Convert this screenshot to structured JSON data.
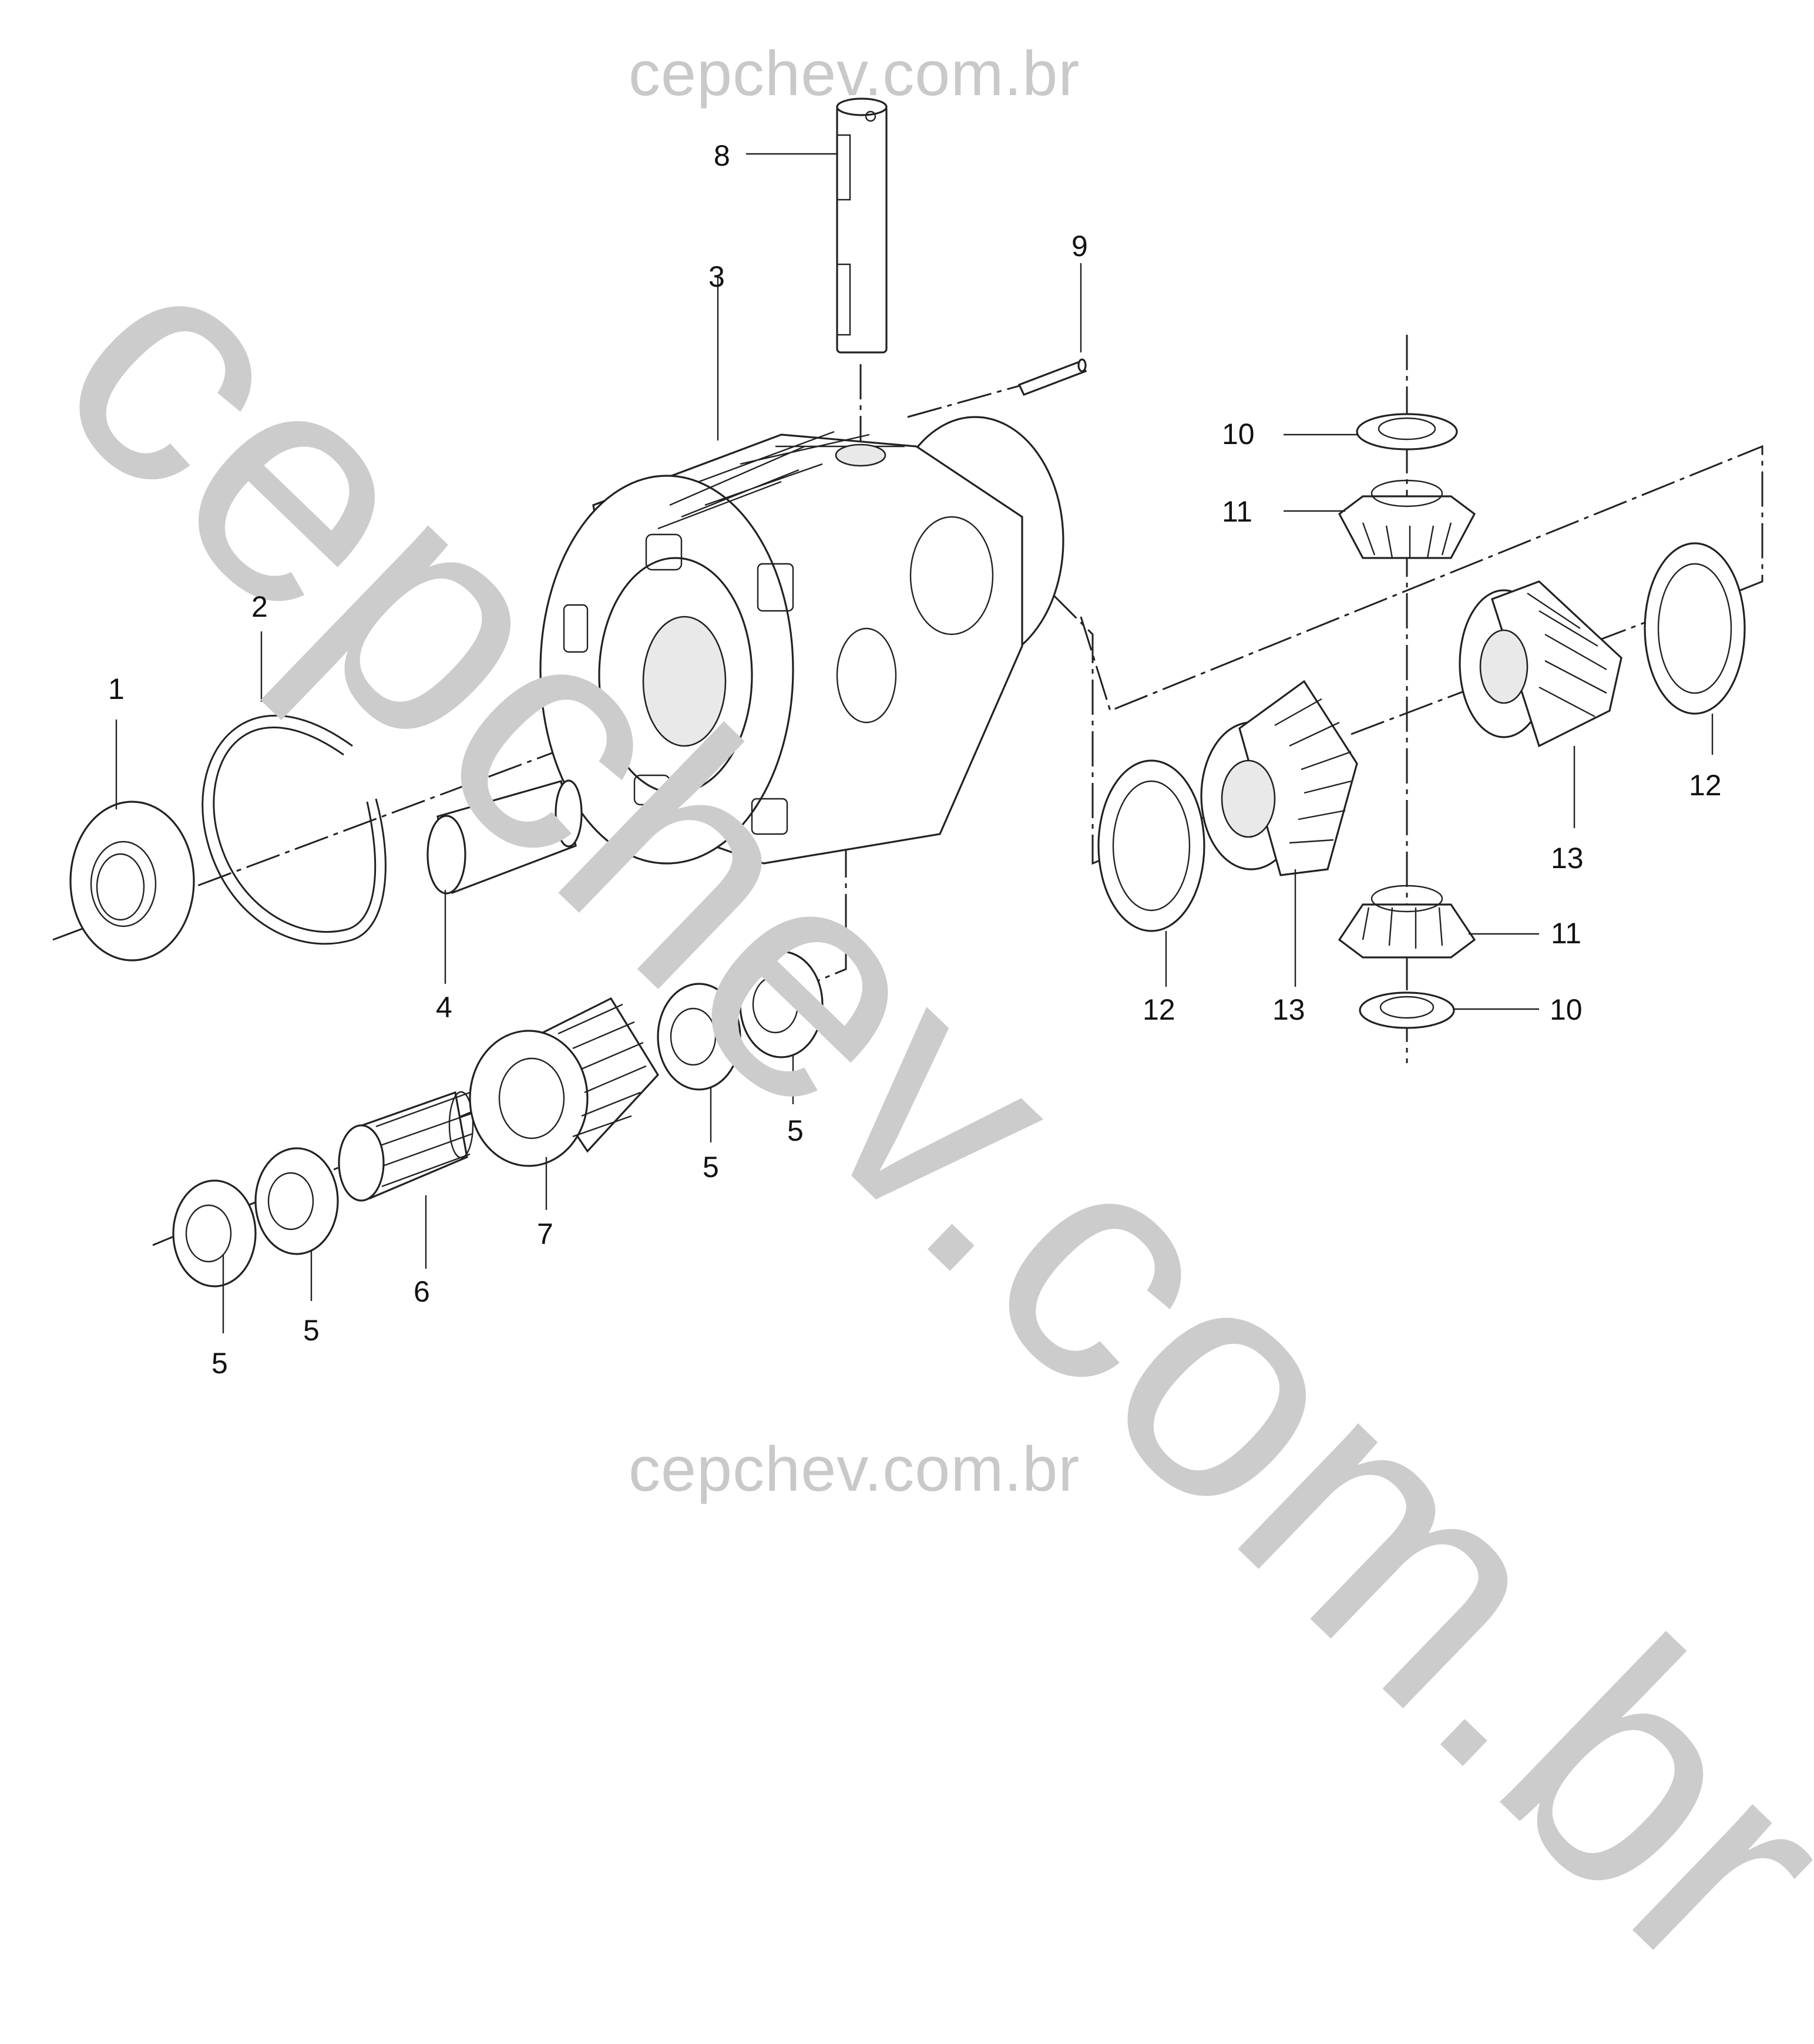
{
  "watermarks": {
    "top": "cepchev.com.br",
    "bottom": "cepchev.com.br",
    "diagonal": "cepchev.com.br"
  },
  "callouts": {
    "c1": "1",
    "c2": "2",
    "c3": "3",
    "c4": "4",
    "c5a": "5",
    "c5b": "5",
    "c5c": "5",
    "c5d": "5",
    "c6": "6",
    "c7": "7",
    "c8": "8",
    "c9": "9",
    "c10a": "10",
    "c10b": "10",
    "c11a": "11",
    "c11b": "11",
    "c12a": "12",
    "c12b": "12",
    "c13a": "13",
    "c13b": "13"
  }
}
